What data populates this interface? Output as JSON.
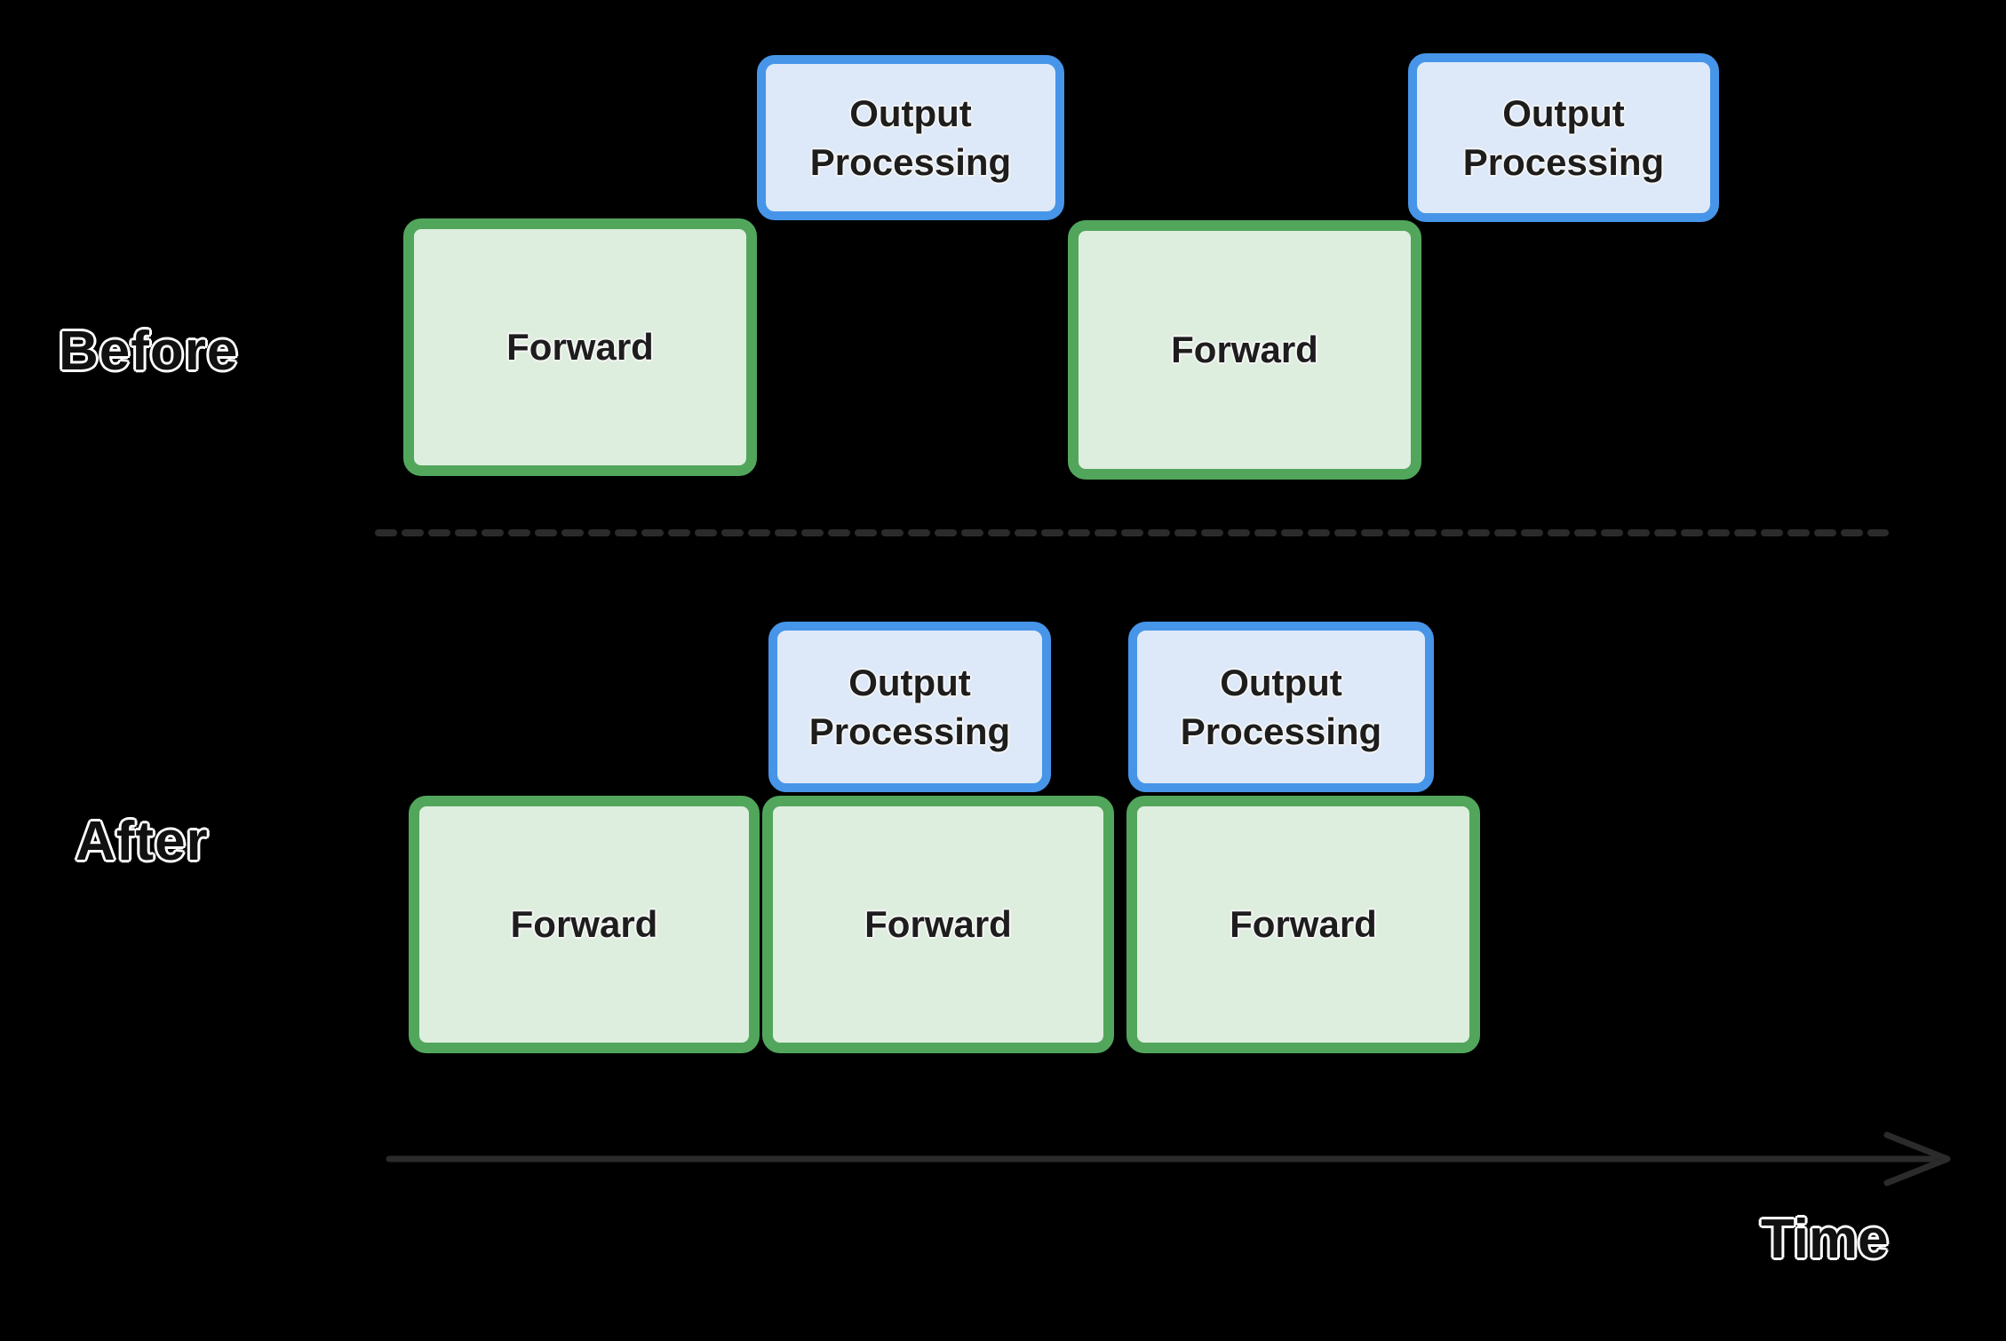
{
  "diagram": {
    "description_colors": {
      "background": "#000000",
      "forward_fill": "#deeede",
      "forward_border": "#52a65c",
      "output_fill": "#dde9f9",
      "output_border": "#4795e8",
      "label_text": "#111111",
      "label_outline": "#ffffff",
      "box_text": "#1d1d1d",
      "divider": "#2b2b2b",
      "axis": "#2b2b2b"
    },
    "sections": {
      "before": {
        "label": "Before",
        "blocks": [
          {
            "kind": "forward",
            "label": "Forward"
          },
          {
            "kind": "output",
            "label": "Output Processing"
          },
          {
            "kind": "forward",
            "label": "Forward"
          },
          {
            "kind": "output",
            "label": "Output Processing"
          }
        ]
      },
      "after": {
        "label": "After",
        "blocks": [
          {
            "kind": "output",
            "label": "Output Processing"
          },
          {
            "kind": "output",
            "label": "Output Processing"
          },
          {
            "kind": "forward",
            "label": "Forward"
          },
          {
            "kind": "forward",
            "label": "Forward"
          },
          {
            "kind": "forward",
            "label": "Forward"
          }
        ]
      }
    },
    "axis": {
      "label": "Time"
    }
  }
}
